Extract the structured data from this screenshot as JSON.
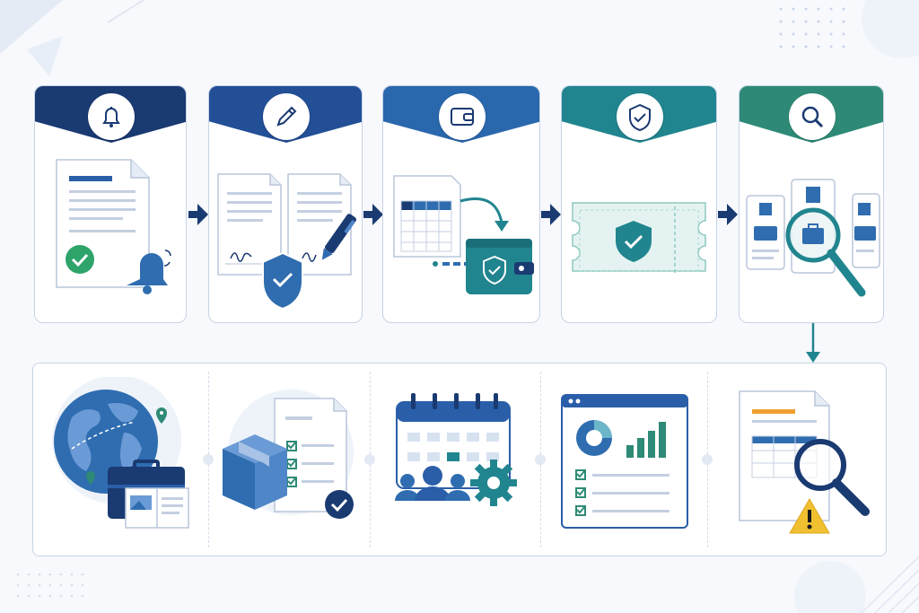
{
  "colors": {
    "navy": "#1a3a72",
    "blue": "#2a5ea8",
    "mid_blue": "#2f6db0",
    "teal": "#21858f",
    "green": "#2e8a76",
    "check_green": "#2ea36a",
    "alert_yellow": "#f0c030",
    "accent_orange": "#f0a030"
  },
  "steps": [
    {
      "icon": "bell-icon",
      "illustration": "document-with-checkmark-and-bell"
    },
    {
      "icon": "pen-icon",
      "illustration": "signed-documents-with-shield"
    },
    {
      "icon": "wallet-icon",
      "illustration": "table-to-wallet"
    },
    {
      "icon": "shield-check-icon",
      "illustration": "secured-ticket"
    },
    {
      "icon": "magnifier-icon",
      "illustration": "company-profiles-search"
    }
  ],
  "bottom_items": [
    {
      "icon": "globe-travel-icon",
      "illustration": "globe-with-briefcase-and-map"
    },
    {
      "icon": "package-checklist-icon",
      "illustration": "box-with-checklist"
    },
    {
      "icon": "calendar-team-icon",
      "illustration": "calendar-with-people-and-gear"
    },
    {
      "icon": "dashboard-icon",
      "illustration": "analytics-dashboard-with-checklist"
    },
    {
      "icon": "report-audit-icon",
      "illustration": "report-with-magnifier-and-warning"
    }
  ]
}
